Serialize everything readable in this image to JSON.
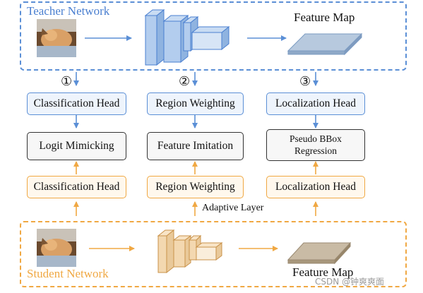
{
  "teacher": {
    "label": "Teacher Network",
    "feature_map_label": "Feature Map"
  },
  "student": {
    "label": "Student Network",
    "feature_map_label": "Feature Map"
  },
  "branches": {
    "classification": {
      "marker": "①",
      "teacher_head": "Classification Head",
      "middle": "Logit Mimicking",
      "student_head": "Classification Head"
    },
    "region": {
      "marker": "②",
      "teacher_head": "Region Weighting",
      "middle": "Feature Imitation",
      "student_head": "Region Weighting",
      "adaptive_label": "Adaptive Layer"
    },
    "localization": {
      "marker": "③",
      "teacher_head": "Localization Head",
      "middle_line1": "Pseudo BBox",
      "middle_line2": "Regression",
      "student_head": "Localization Head"
    }
  },
  "watermark": "CSDN @钟爽爽面",
  "colors": {
    "teacher": "#5b8fd6",
    "student": "#f0a843",
    "middle_border": "#333333"
  }
}
